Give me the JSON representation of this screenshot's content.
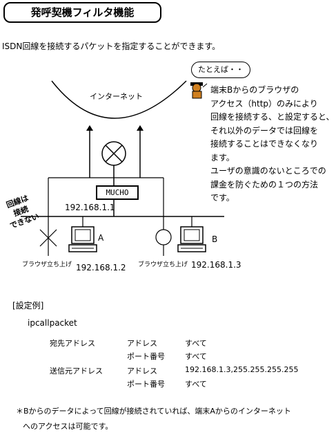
{
  "title": "発呼契機フィルタ機能",
  "intro": "ISDN回線を接続するパケットを指定することができます。",
  "example_bubble": "たとえば・・",
  "note_lines": [
    "端末Bからのブラウザの",
    "アクセス（http）のみにより",
    "回線を接続する、と設定すると、",
    "それ以外のデータでは回線を",
    "接続することはできなくなり",
    "ます。",
    "ユーザの意識のないところでの",
    "課金を防ぐための１つの方法",
    "です。"
  ],
  "diagram": {
    "internet_label": "インターネット",
    "router_label": "MUCHO",
    "router_ip": "192.168.1.1",
    "side_label_lines": [
      "回線は",
      "接続",
      "できない"
    ],
    "terminal_a": {
      "label": "A",
      "ip": "192.168.1.2",
      "action": "ブラウザ立ち上げ"
    },
    "terminal_b": {
      "label": "B",
      "ip": "192.168.1.3",
      "action": "ブラウザ立ち上げ"
    }
  },
  "settings": {
    "heading": "[設定例]",
    "command": "ipcallpacket",
    "rows": [
      {
        "group": "宛先アドレス",
        "field": "アドレス",
        "value": "すべて"
      },
      {
        "group": "",
        "field": "ポート番号",
        "value": "すべて"
      },
      {
        "group": "送信元アドレス",
        "field": "アドレス",
        "value": "192.168.1.3,255.255.255.255"
      },
      {
        "group": "",
        "field": "ポート番号",
        "value": "すべて"
      }
    ]
  },
  "footnote_lines": [
    "＊Bからのデータによって回線が接続されていれば、端末Aからのインターネット",
    "へのアクセスは可能です。"
  ]
}
